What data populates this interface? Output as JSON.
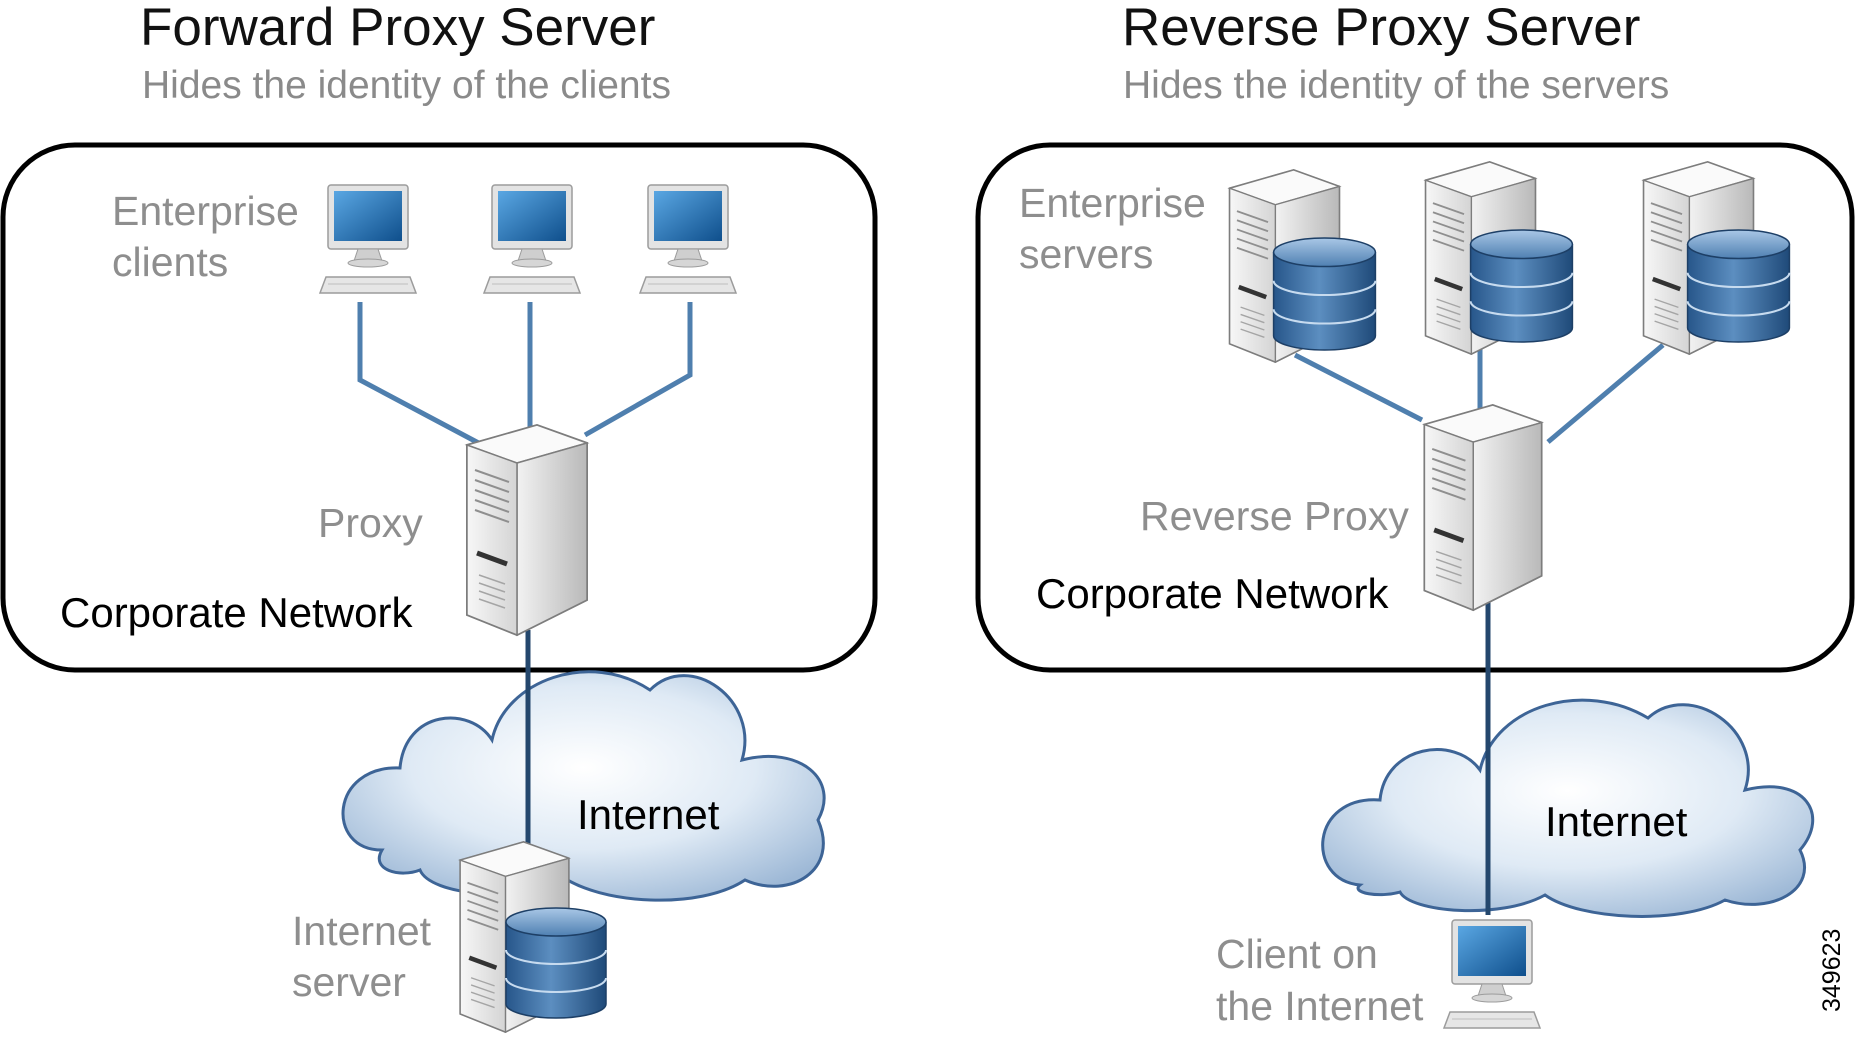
{
  "forward": {
    "title": "Forward Proxy Server",
    "subtitle": "Hides the identity of the clients",
    "clients_label": [
      "Enterprise",
      "clients"
    ],
    "proxy_label": "Proxy",
    "network_label": "Corporate Network",
    "cloud_label": "Internet",
    "server_label": [
      "Internet",
      "server"
    ]
  },
  "reverse": {
    "title": "Reverse Proxy Server",
    "subtitle": "Hides the identity of the servers",
    "servers_label": [
      "Enterprise",
      "servers"
    ],
    "proxy_label": "Reverse Proxy",
    "network_label": "Corporate Network",
    "cloud_label": "Internet",
    "client_label": [
      "Client on",
      "the Internet"
    ]
  },
  "figure_code": "349623",
  "colors": {
    "link": "#4f7fae",
    "uplink": "#24476d",
    "cloud": "#dbe7f3",
    "screen": "#1f73b8",
    "database": "#3f74a8"
  }
}
